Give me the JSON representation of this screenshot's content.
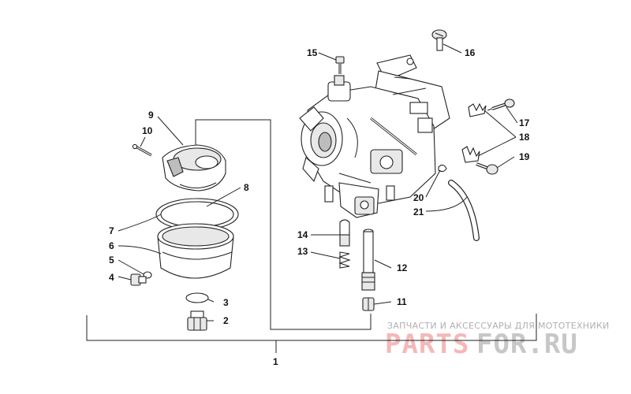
{
  "callouts": {
    "c1": "1",
    "c2": "2",
    "c3": "3",
    "c4": "4",
    "c5": "5",
    "c6": "6",
    "c7": "7",
    "c8": "8",
    "c9": "9",
    "c10": "10",
    "c11": "11",
    "c12": "12",
    "c13": "13",
    "c14": "14",
    "c15": "15",
    "c16": "16",
    "c17": "17",
    "c18": "18",
    "c19": "19",
    "c20": "20",
    "c21": "21"
  },
  "watermark": {
    "tagline": "ЗАПЧАСТИ И АКСЕССУАРЫ ДЛЯ МОТОТЕХНИКИ",
    "brand_left": "PARTS",
    "brand_right": "FOR.RU",
    "brand_left_color": "#f4b8b8",
    "brand_right_color": "#c7c7c7"
  }
}
